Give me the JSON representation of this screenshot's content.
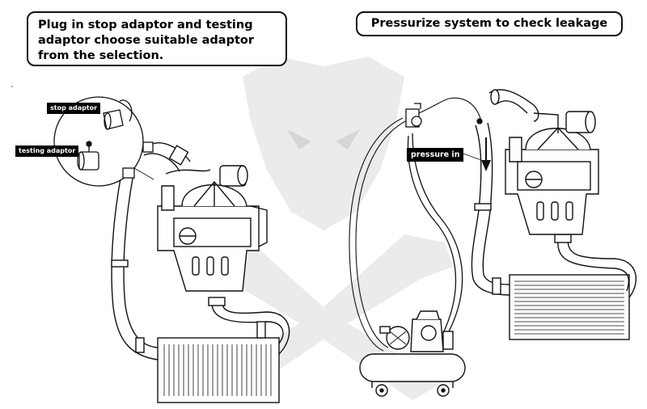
{
  "instructions": {
    "left": "Plug in stop adaptor and testing adaptor choose suitable adaptor from the selection.",
    "right": "Pressurize system to check leakage"
  },
  "labels": {
    "stop_adaptor": "stop adaptor",
    "testing_adaptor": "testing adaptor",
    "pressure_in": "pressure in"
  },
  "colors": {
    "line": "#111111",
    "watermark": "#ebebeb",
    "label_bg": "#000000",
    "label_text": "#ffffff"
  }
}
